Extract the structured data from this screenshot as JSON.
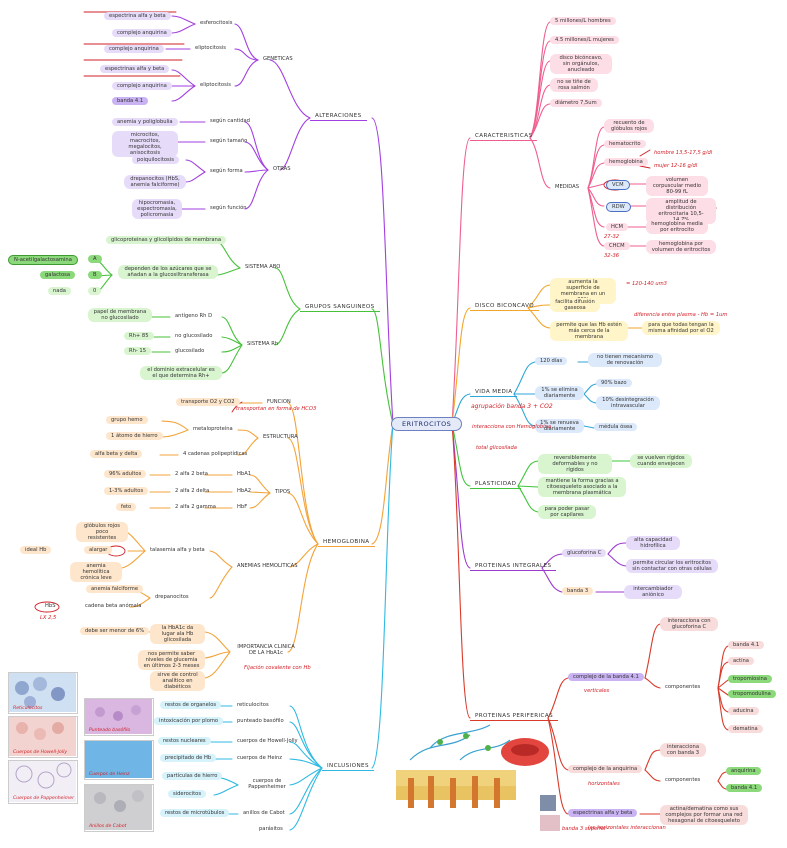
{
  "center": "ERITROCITOS",
  "main": {
    "alteraciones": "ALTERACIONES",
    "grupos": "GRUPOS SANGUINEOS",
    "hemoglobina": "HEMOGLOBINA",
    "inclusiones": "INCLUSIONES",
    "caracteristicas": "CARACTERISTICAS",
    "disco": "DISCO BICONCAVO",
    "vida": "VIDA MEDIA",
    "plasticidad": "PLASTICIDAD",
    "integrales": "PROTEINAS INTEGRALES",
    "perifericas": "PROTEINAS PERIFERICAS"
  },
  "alteraciones": {
    "geneticas": "GENETICAS",
    "otras": "OTRAS",
    "esferocitosis": "esferocitosis",
    "eliptocitosis1": "eliptocitosis",
    "eliptocitosis2": "eliptocitosis",
    "esf_items": [
      "espectrina alfa y beta",
      "complejo anquirina"
    ],
    "ell1_items": [
      "complejo anquirina"
    ],
    "ell2_items": [
      "espectrinas alfa y beta",
      "complejo anquirina",
      "banda 4.1"
    ],
    "cantidad": "según cantidad",
    "tamano": "según tamaño",
    "forma": "según forma",
    "funcion": "según función",
    "cantidad_items": "anemia y poliglobulia",
    "tamano_items": "microcitos, macrocitos, megalocitos, anisocitosis",
    "forma_items": [
      "poiquilocitosis",
      "drepanocitos (HbS, anemia falciforme)"
    ],
    "funcion_items": "hipocromasia, espectromasia, policromasia"
  },
  "grupos": {
    "abo": "SISTEMA ABO",
    "rh": "SISTEMA Rh",
    "abo_1": "glicoproteinas y glicolípidos de membrana",
    "abo_2": "dependen de los azúcares que se añadan a la glucosiltransferasa",
    "sugar_1": "N-acetilgalactosamina",
    "sugar_2": "galactosa",
    "sugar_3": "nada",
    "grp_a": "A",
    "grp_b": "B",
    "grp_0": "0",
    "rh_1": "papel de membrana no glucosilado",
    "rh_2": "antígeno Rh D",
    "rh_3": "Rh+ 85",
    "rh_4": "Rh- 15",
    "rh_5": "no glucosilado",
    "rh_6": "glucosilado",
    "rh_7": "el dominio extracelular es el que determina Rh+"
  },
  "hemoglobina": {
    "funcion": "FUNCION",
    "estructura": "ESTRUCTURA",
    "tipos": "TIPOS",
    "anemias": "ANEMIAS HEMOLITICAS",
    "importancia": "IMPORTANCIA CLINICA DE LA HbA1c",
    "transporte": "transporte O2 y CO2",
    "grupo_hemo": "grupo hemo",
    "metaloproteina": "metaloproteína",
    "hierro": "1 átomo de hierro",
    "alfa_beta": "alfa beta y delta",
    "cadenas": "4 cadenas polipeptídicas",
    "t1": "96% adultos",
    "t1b": "2 alfa 2 beta",
    "t1c": "HbA1",
    "t2": "1-3% adultos",
    "t2b": "2 alfa 2 delta",
    "t2c": "HbA2",
    "t3": "feto",
    "t3b": "2 alfa 2 gamma",
    "t3c": "HbF",
    "talasemia": "talasemia alfa y beta",
    "globulos": "glóbulos rojos poco resistentes",
    "alargar": "alargar",
    "ideal_label": "ideal Hb",
    "anemia_cronica": "anemia hemolítica crónica leve",
    "drepanocitos": "drepanocitos",
    "anemia_falciforme": "anemia falciforme",
    "cadena": "cadena beta anómala",
    "hbs": "HbS",
    "imp_1": "la HbA1c da lugar ala Hb glicosilada",
    "imp_2": "debe ser menor de 6%",
    "imp_3": "nos permite saber niveles de glucemia en últimos 2-3 meses",
    "imp_4": "sirve de control analítico en diabéticos"
  },
  "inclusiones": {
    "c1": "restos de organelos",
    "c1r": "reticulocitos",
    "c2": "intoxicación por plomo",
    "c2r": "punteado basófilo",
    "c3": "restos nucleares",
    "c3r": "cuerpos de Howell-Jolly",
    "c4": "precipitado de Hb",
    "c4r": "cuerpos de Heinz",
    "c5": "partículas de hierro",
    "c5r": "cuerpos de Pappenheimer",
    "c6r": "siderocitos",
    "c7": "restos de microtúbulos",
    "c7r": "anillos de Cabot",
    "c8r": "parásitos"
  },
  "caracteristicas": {
    "c1": "5 millones/L hombres",
    "c2": "4.5 millones/L mujeres",
    "c3": "disco bicóncavo, sin orgánulos, anucleado",
    "c4": "no se tiñe de rosa salmón",
    "c5": "diámetro 7,5um",
    "medidas": "MEDIDAS",
    "m_recuento": "recuento de glóbulos rojos",
    "m_hemat": "hematocrito",
    "m_hemo": "hemoglobina",
    "m_vcm": "VCM",
    "m_vcm_d": "volumen corpuscular medio 80-99 fL",
    "m_rdw": "RDW",
    "m_rdw_d": "amplitud de distribución eritrocitaria 10,5-14,7%",
    "m_hcm": "HCM",
    "m_hcm_d": "hemoglobina media por eritrocito",
    "m_chcm": "CHCM",
    "m_chcm_d": "hemoglobina por volumen de eritrocitos"
  },
  "disco": {
    "d1": "aumenta la superficie de membrana en un 30%",
    "d2": "facilita difusión gaseosa",
    "d3": "permite que las Hb estén más cerca de la membrana",
    "d4": "para que todas tengan la misma afinidad por el O2"
  },
  "vida": {
    "v1": "120 días",
    "v1r": "no tienen mecanismo de renovación",
    "v2": "1% se elimina diariamente",
    "v2a": "90% bazo",
    "v2b": "10% desintegración intravascular",
    "v3": "1% se renueva diariamente",
    "v3r": "médula ósea"
  },
  "plasticidad": {
    "p1": "reversiblemente deformables y no rígidos",
    "p1r": "se vuelven rígidos cuando envejecen",
    "p2": "mantiene la forma gracias a citoesqueleto asociado a la membrana plasmática",
    "p3": "para poder pasar por capilares"
  },
  "integrales": {
    "glucoforina": "glucoforina C",
    "g1": "alta capacidad hidrofílica",
    "g2": "permite circular los eritrocitos sin contactar con otras células",
    "banda3": "banda 3",
    "b1": "intercambiador aniónico"
  },
  "perifericas": {
    "complejo41": "complejo de la banda 4.1",
    "c41_a": "interacciona con glucoforina C",
    "componentes": "componentes",
    "comp1": "banda 4.1",
    "comp2": "actina",
    "comp3": "tropomiosina",
    "comp4": "tropomodulina",
    "comp5": "aducina",
    "comp6": "dematina",
    "anquirina": "complejo de la anquirina",
    "anq_a": "interacciona con banda 3",
    "componentes2": "componentes",
    "anq1": "anquirina",
    "anq2": "banda 4.1",
    "espectrinas": "espectrinas alfa y beta",
    "esp_a": "actina/dematina como sus complejos por formar una red hexagonal de citoesqueleto"
  },
  "notes": {
    "n1": "transportan en forma de HCO3",
    "n2": "agrupación banda 3 + CO2",
    "n3": "interacciona con Hemoglobina",
    "n4": "total glicosilada",
    "n5": "hombre 13,5-17,5 g/dl",
    "n6": "mujer 12-16 g/dl",
    "n7": "= 120-140 um3",
    "n8": "diferencia entre plasma - Hb = 1um",
    "n9": "verticales",
    "n10": "horizontales",
    "n11": "las horizontales interaccionan",
    "n12": "27-32",
    "n13": "32-36",
    "n14": "Fijación covalente con Hb",
    "n15": "LX 2,5",
    "n16": "banda 3 superior"
  },
  "thumbs": {
    "t1": "Reticulocitos",
    "t2": "Cuerpos de Howell-Jolly",
    "t3": "Cuerpos de Heinz",
    "t4": "Punteado basófilo",
    "t5": "Cuerpos de Pappenheimer",
    "t6": "Anillos de Cabot"
  },
  "colors": {
    "alteraciones": "#a23fe0",
    "grupos": "#46c23a",
    "hemoglobina": "#f3a33a",
    "inclusiones": "#2fb9e3",
    "caracteristicas": "#ee5f8f",
    "disco": "#f0a62a",
    "vida": "#2fa6d8",
    "plasticidad": "#3fc43a",
    "integrales": "#9c3bd0",
    "perifericas": "#d93a2a",
    "notes": "#d21f26"
  }
}
